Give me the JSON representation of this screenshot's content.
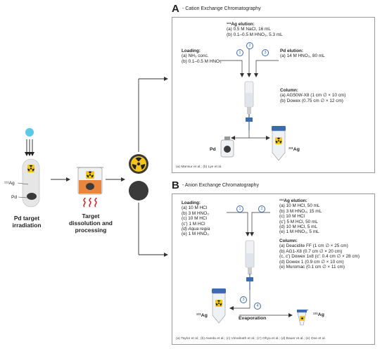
{
  "left": {
    "isotope_label": "¹¹¹Ag",
    "pd_label": "Pd",
    "caption_irradiation": [
      "Pd target",
      "irradiation"
    ],
    "caption_processing": [
      "Target",
      "dissolution and",
      "processing"
    ]
  },
  "panel_a": {
    "letter": "A",
    "title": "- Cation Exchange Chromatography",
    "elution_title": "¹¹¹Ag elution:",
    "elution_lines": [
      "(a) 0.5 M NaCl, 16 mL",
      "(b) 0.1–0.5 M HNO₃, 5.3 mL"
    ],
    "loading_title": "Loading:",
    "loading_lines": [
      "(a) NH₃ conc.",
      "(b) 0.1–0.5 M HNO₃"
    ],
    "pd_elution_title": "Pd elution:",
    "pd_elution_lines": [
      "(a) 14 M HNO₃, 80 mL"
    ],
    "column_title": "Column:",
    "column_lines": [
      "(a) AG50W-X8 (1 cm ∅ × 10 cm)",
      "(b) Dowex (0.75 cm ∅ × 12 cm)"
    ],
    "steps": [
      "1",
      "2",
      "3"
    ],
    "pd_bottle_label": "Pd",
    "ag_tube_label": "¹¹¹Ag",
    "refs": "(a) Mansur et al.; (b) Lye et al."
  },
  "panel_b": {
    "letter": "B",
    "title": "- Anion Exchange Chromatography",
    "loading_title": "Loading:",
    "loading_lines": [
      "(a) 10 M HCl",
      "(b) 3 M HNO₃",
      "(c) 10 M HCl",
      "(c') 1 M HCl",
      "(d) Aqua regia",
      "(e) 1 M HNO₃"
    ],
    "elution_title": "¹¹¹Ag elution:",
    "elution_lines": [
      "(a) 10 M HCl, 50 mL",
      "(b) 3 M HNO₃, 15 mL",
      "(c) 10 M HCl",
      "(c') 5 M HCl, 50 mL",
      "(d) 10 M HCl, 5 mL",
      "(e) 1 M HNO₃, 5 mL"
    ],
    "column_title": "Column:",
    "column_lines": [
      "(a) Deacidite FF (1 cm ∅ × 25 cm)",
      "(b) AG1-X8 (0.7 cm ∅ × 20 cm)",
      "(c, c') Dowex 1x8 (c': 0.4 cm ∅ × 28 cm)",
      "(d) Dowex 1 (0.9 cm ∅ × 10 cm)",
      "(e) Muromac (0.1 cm ∅ × 11 cm)"
    ],
    "steps": [
      "1",
      "2",
      "3",
      "4"
    ],
    "tube_label": "¹¹¹Ag",
    "evaporation_label": "Evaporation",
    "vial_label": "¹¹¹Ag",
    "refs": "(a) Taylor et al.; (b) Aweda et al.; (c) Vimalnath et al.; (c') Ohya et al.; (d) Bauer et al.; (e) Ooe et al."
  },
  "colors": {
    "blue": "#3a6ab0",
    "yellow": "#f5c518",
    "orange": "#e8731c",
    "red": "#d62828",
    "cyan": "#5bc8e8"
  }
}
